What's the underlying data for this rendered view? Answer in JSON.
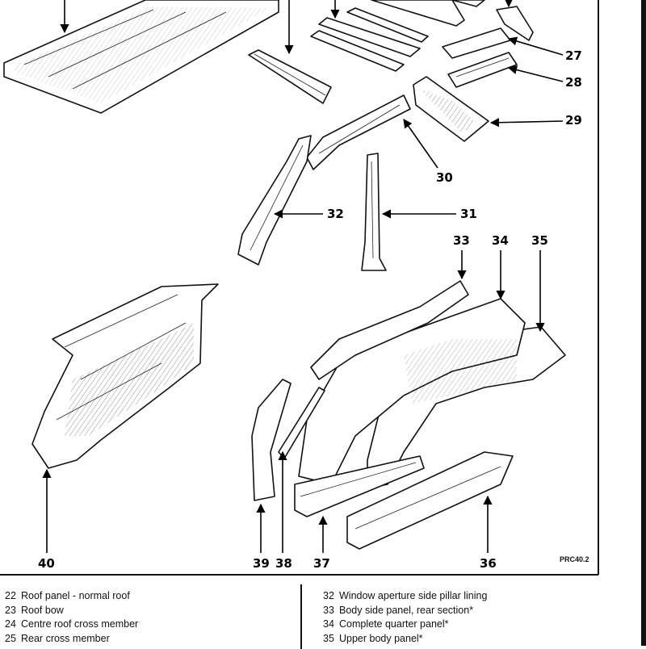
{
  "callouts": [
    "27",
    "28",
    "29",
    "30",
    "31",
    "32",
    "33",
    "34",
    "35",
    "36",
    "37",
    "38",
    "39",
    "40"
  ],
  "figure_code": "PRC40.2",
  "legend": {
    "left": [
      {
        "num": "22",
        "text": "Roof panel - normal roof"
      },
      {
        "num": "23",
        "text": "Roof bow"
      },
      {
        "num": "24",
        "text": "Centre roof cross member"
      },
      {
        "num": "25",
        "text": "Rear cross member"
      }
    ],
    "right": [
      {
        "num": "32",
        "text": "Window aperture side pillar lining"
      },
      {
        "num": "33",
        "text": "Body side panel, rear section*"
      },
      {
        "num": "34",
        "text": "Complete quarter panel*"
      },
      {
        "num": "35",
        "text": "Upper body panel*"
      }
    ]
  }
}
